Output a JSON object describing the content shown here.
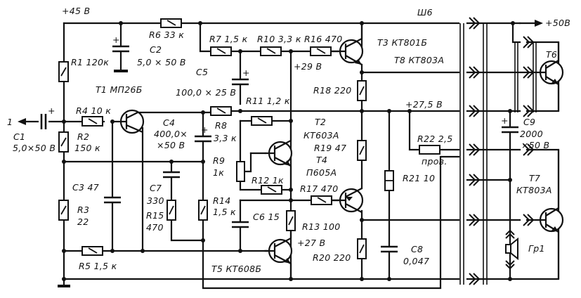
{
  "title_connector": "Ш6",
  "supply": {
    "v45": "+45 В",
    "v50": "+50В",
    "v29": "+29 В",
    "v27_5": "+27,5 В",
    "v27": "+27 В",
    "v50b": "×50 В"
  },
  "input": {
    "label": "1"
  },
  "resistors": {
    "R1": "R1  120к",
    "R2_name": "R2",
    "R2_val": "150 к",
    "R3_name": "R3",
    "R3_val": "22",
    "R4": "R4  10 к",
    "R5": "R5  1,5 к",
    "R6": "R6  33 к",
    "R7": "R7  1,5 к",
    "R8_name": "R8",
    "R8_val": "3,3 к",
    "R9_name": "R9",
    "R9_val": "1к",
    "R10": "R10  3,3 к",
    "R11": "R11  1,2 к",
    "R12": "R12  1к",
    "R13": "R13  100",
    "R14_name": "R14",
    "R14_val": "1,5 к",
    "R15_name": "R15",
    "R15_val": "470",
    "R16": "R16  470",
    "R17": "R17  470",
    "R18": "R18  220",
    "R19": "R19  47",
    "R20": "R20  220",
    "R21": "R21  10",
    "R22": "R22  2,5",
    "R22_note": "пров."
  },
  "capacitors": {
    "C1_name": "C1",
    "C1_val": "5,0×50 В",
    "C2_name": "C2",
    "C2_val": "5,0 × 50 В",
    "C3": "C3  47",
    "C4_name": "C4",
    "C4_val1": "400,0×",
    "C4_val2": "×50 В",
    "C5_name": "C5",
    "C5_val": "100,0 × 25 В",
    "C6": "C6  15",
    "C7_name": "C7",
    "C7_val": "330",
    "C8_name": "C8",
    "C8_val": "0,047",
    "C9_name": "C9",
    "C9_val": "2000"
  },
  "transistors": {
    "T1": "T1   МП26Б",
    "T2_name": "T2",
    "T2_type": "КТ603А",
    "T3": "T3   КТ801Б",
    "T4_name": "T4",
    "T4_type": "П605А",
    "T5": "T5   КТ608Б",
    "T6_name": "T6",
    "T7_name": "T7",
    "T7_type": "КТ803А",
    "T8": "T8  КТ803А"
  },
  "speaker": {
    "label": "Гр1"
  }
}
